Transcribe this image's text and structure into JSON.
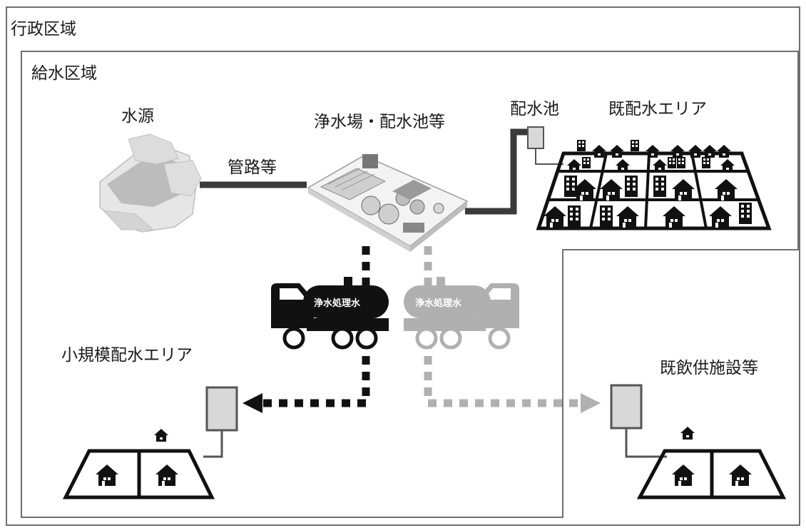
{
  "admin_area": {
    "label": "行政区域"
  },
  "supply_area": {
    "label": "給水区域"
  },
  "water_source": {
    "label": "水源"
  },
  "pipeline": {
    "label": "管路等"
  },
  "treatment_plant": {
    "label": "浄水場・配水池等"
  },
  "reservoir": {
    "label": "配水池"
  },
  "existing_area": {
    "label": "既配水エリア"
  },
  "truck_black": {
    "label": "浄水処理水"
  },
  "truck_gray": {
    "label": "浄水処理水"
  },
  "small_area": {
    "label": "小規模配水エリア"
  },
  "facility": {
    "label": "既飲供施設等"
  },
  "colors": {
    "black": "#111111",
    "gray": "#b0b0b0",
    "border": "#6e6e6e",
    "tank_fill": "#d8d8d8"
  }
}
